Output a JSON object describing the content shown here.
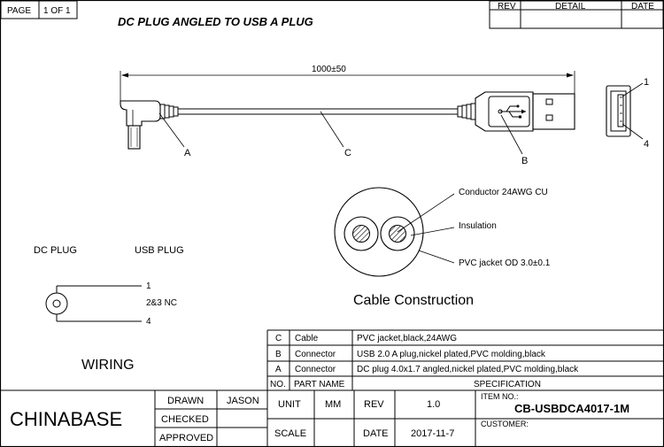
{
  "page": {
    "label": "PAGE",
    "value": "1 OF 1"
  },
  "revision_header": {
    "rev": "REV",
    "detail": "DETAIL",
    "date": "DATE"
  },
  "title": "DC PLUG ANGLED TO USB A PLUG",
  "drawing": {
    "length": "1000±50",
    "callout_a": "A",
    "callout_b": "B",
    "callout_c": "C",
    "pin_1": "1",
    "pin_4": "4"
  },
  "cable_construction": {
    "conductor": "Conductor 24AWG CU",
    "insulation": "Insulation",
    "jacket": "PVC jacket OD 3.0±0.1",
    "caption": "Cable Construction"
  },
  "wiring": {
    "dc_plug": "DC PLUG",
    "usb_plug": "USB PLUG",
    "pin_1": "1",
    "pin_nc": "2&3 NC",
    "pin_4": "4",
    "caption": "WIRING"
  },
  "bom": {
    "headers": {
      "no": "NO.",
      "part_name": "PART NAME",
      "specification": "SPECIFICATION"
    },
    "rows": [
      {
        "no": "C",
        "part": "Cable",
        "spec": "PVC jacket,black,24AWG"
      },
      {
        "no": "B",
        "part": "Connector",
        "spec": "USB 2.0 A plug,nickel plated,PVC molding,black"
      },
      {
        "no": "A",
        "part": "Connector",
        "spec": "DC plug 4.0x1.7 angled,nickel plated,PVC molding,black"
      }
    ]
  },
  "title_block": {
    "company": "CHINABASE",
    "drawn_label": "DRAWN",
    "drawn_by": "JASON",
    "checked_label": "CHECKED",
    "approved_label": "APPROVED",
    "unit_label": "UNIT",
    "unit_value": "MM",
    "rev_label": "REV",
    "rev_value": "1.0",
    "scale_label": "SCALE",
    "date_label": "DATE",
    "date_value": "2017-11-7",
    "item_label": "ITEM NO.:",
    "item_value": "CB-USBDCA4017-1M",
    "customer_label": "CUSTOMER:"
  }
}
